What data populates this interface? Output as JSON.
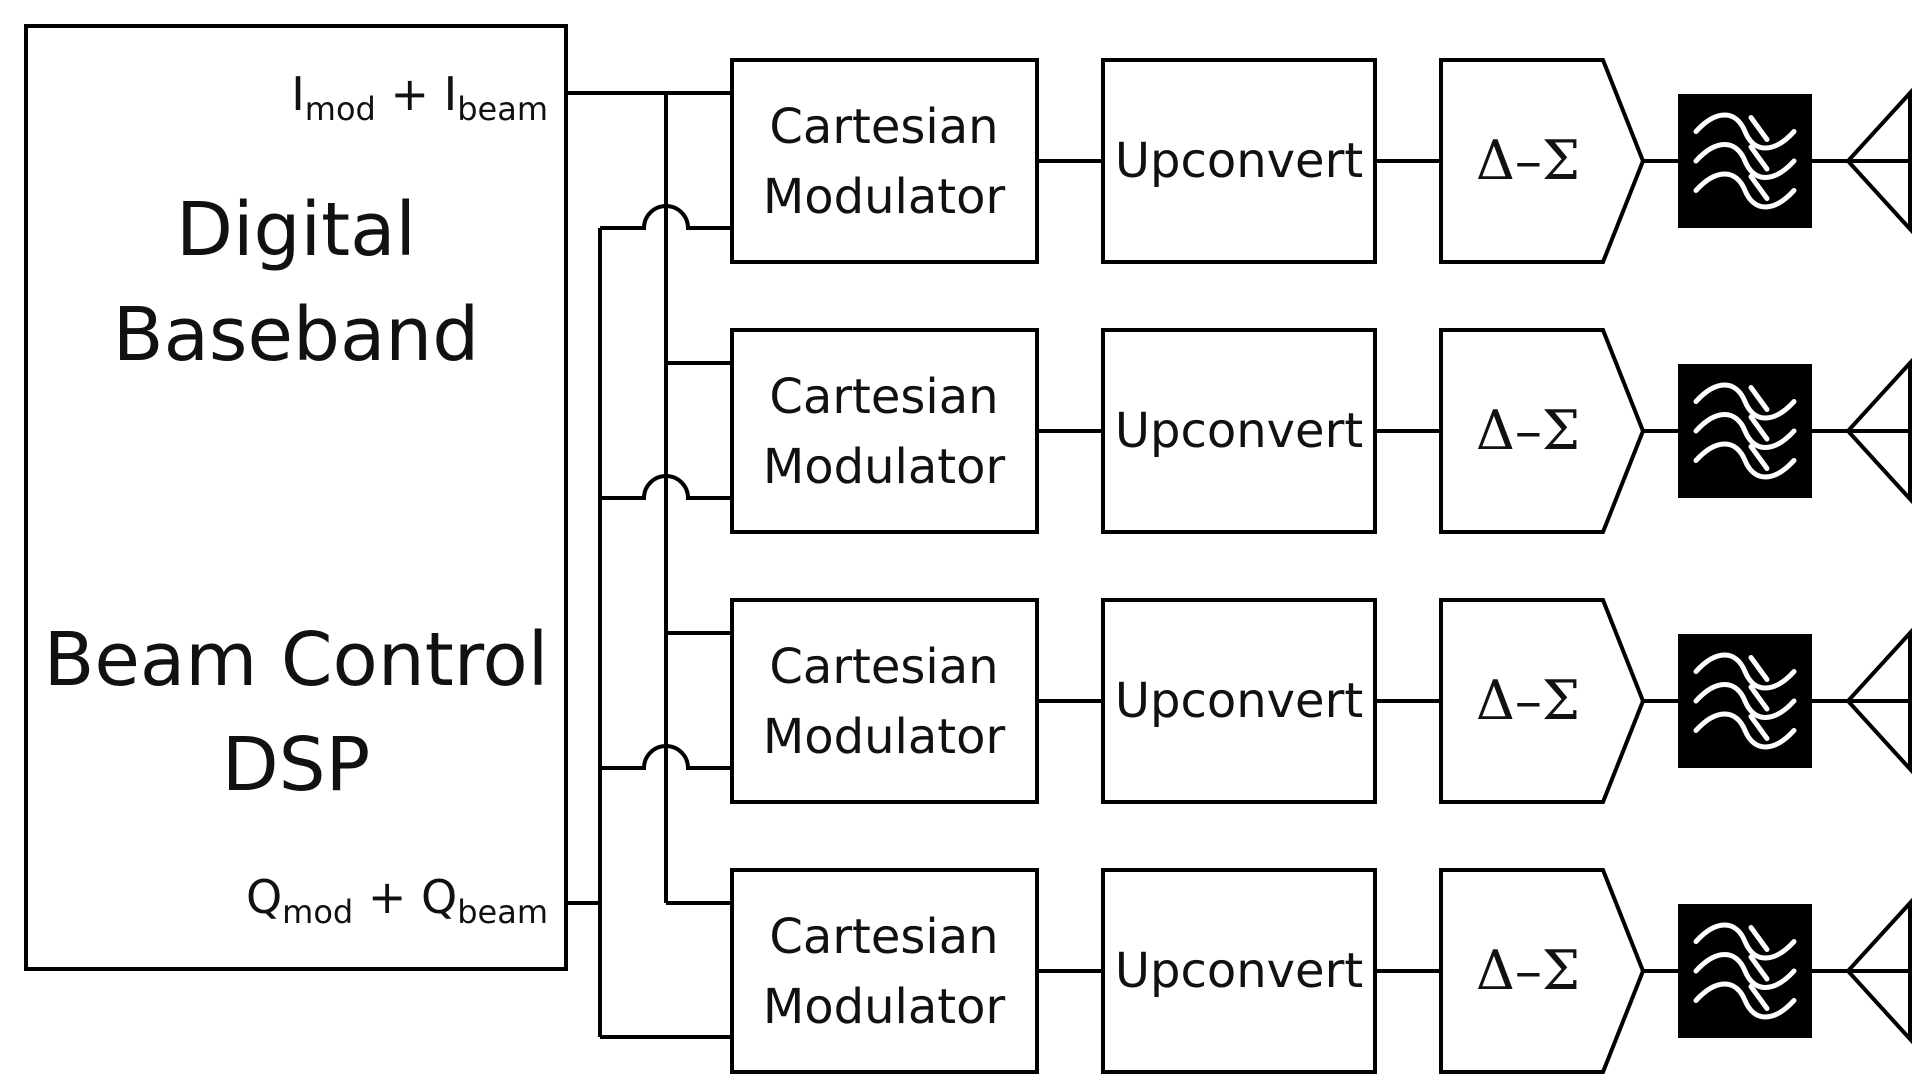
{
  "dsp": {
    "title_line1": "Digital",
    "title_line2": "Baseband",
    "subtitle_line1": "Beam Control",
    "subtitle_line2": "DSP",
    "i_out": {
      "main": "I",
      "sub1": "mod",
      "plus": " + I",
      "sub2": "beam"
    },
    "q_out": {
      "main": "Q",
      "sub1": "mod",
      "plus": " + Q",
      "sub2": "beam"
    }
  },
  "channels": [
    {
      "modulator_line1": "Cartesian",
      "modulator_line2": "Modulator",
      "upconvert": "Upconvert",
      "dsm": "Δ–Σ",
      "filter_icon": "bandpass-filter-icon",
      "antenna_icon": "antenna-icon"
    },
    {
      "modulator_line1": "Cartesian",
      "modulator_line2": "Modulator",
      "upconvert": "Upconvert",
      "dsm": "Δ–Σ",
      "filter_icon": "bandpass-filter-icon",
      "antenna_icon": "antenna-icon"
    },
    {
      "modulator_line1": "Cartesian",
      "modulator_line2": "Modulator",
      "upconvert": "Upconvert",
      "dsm": "Δ–Σ",
      "filter_icon": "bandpass-filter-icon",
      "antenna_icon": "antenna-icon"
    },
    {
      "modulator_line1": "Cartesian",
      "modulator_line2": "Modulator",
      "upconvert": "Upconvert",
      "dsm": "Δ–Σ",
      "filter_icon": "bandpass-filter-icon",
      "antenna_icon": "antenna-icon"
    }
  ],
  "colors": {
    "line": "#000000",
    "filter_fill": "#000000",
    "filter_wave": "#ffffff",
    "background": "#ffffff"
  }
}
